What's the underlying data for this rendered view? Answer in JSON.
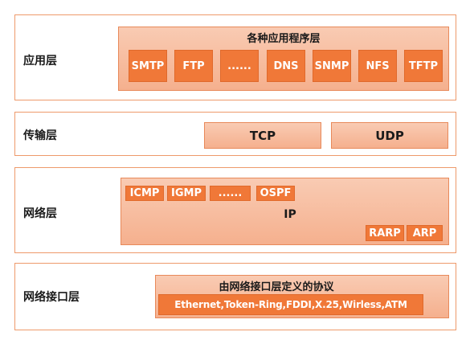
{
  "layers": {
    "application": {
      "label": "应用层",
      "panel_title": "各种应用程序层",
      "protocols": [
        "SMTP",
        "FTP",
        "......",
        "DNS",
        "SNMP",
        "NFS",
        "TFTP"
      ]
    },
    "transport": {
      "label": "传输层",
      "protocols": [
        "TCP",
        "UDP"
      ]
    },
    "network": {
      "label": "网络层",
      "top_protocols": [
        "ICMP",
        "IGMP",
        "......",
        "OSPF"
      ],
      "center": "IP",
      "bottom_protocols": [
        "RARP",
        "ARP"
      ]
    },
    "link": {
      "label": "网络接口层",
      "panel_title": "由网络接口层定义的协议",
      "protocols_text": "Ethernet,Token-Ring,FDDI,X.25,Wirless,ATM"
    }
  },
  "colors": {
    "layer_border": "#ee9a6b",
    "panel_fill": "#f7bea0",
    "chip_fill": "#f07838",
    "chip_text": "#ffffff"
  }
}
